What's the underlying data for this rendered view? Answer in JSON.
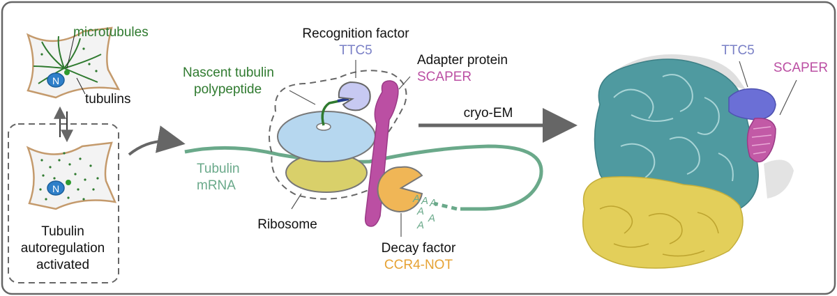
{
  "cells": {
    "top_label_microtubules": "microtubules",
    "top_label_tubulins": "tubulins",
    "nucleus_letter": "N",
    "caption_line1": "Tubulin",
    "caption_line2": "autoregulation",
    "caption_line3": "activated"
  },
  "complex": {
    "recognition_factor_label": "Recognition factor",
    "recognition_factor_name": "TTC5",
    "adapter_label": "Adapter protein",
    "adapter_name": "SCAPER",
    "nascent_line1": "Nascent tubulin",
    "nascent_line2": "polypeptide",
    "mrna_line1": "Tubulin",
    "mrna_line2": "mRNA",
    "ribosome_label": "Ribosome",
    "decay_label": "Decay factor",
    "decay_name": "CCR4-NOT",
    "polya_letters": [
      "A",
      "A",
      "A",
      "A",
      "A",
      "A"
    ]
  },
  "method": {
    "label": "cryo-EM"
  },
  "structure": {
    "ttc5_label": "TTC5",
    "scaper_label": "SCAPER"
  },
  "colors": {
    "frame": "#666666",
    "cell_fill": "#f3f3f3",
    "cell_outline": "#c49a6c",
    "microtubule_green": "#2f7a2f",
    "nucleus_blue": "#2e7fc9",
    "ttc5": "#7a80c6",
    "scaper": "#bb4fa3",
    "ccr4not": "#e6a234",
    "mrna": "#6aa98a",
    "ribosome_small": "#b6d7ef",
    "ribosome_large": "#d9d06a",
    "structure_teal": "#4f9aa0",
    "structure_yellow": "#e3cf5a"
  }
}
